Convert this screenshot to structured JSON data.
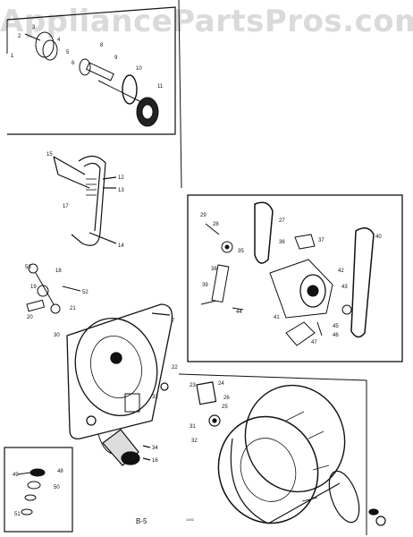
{
  "watermark": "AppliancePartsPros.com",
  "page_label": "B-5",
  "footnote": "1000",
  "part_labels": {
    "n1": "1",
    "n2": "2",
    "n3": "3",
    "n4": "4",
    "n5": "5",
    "n6": "6",
    "n7": "7",
    "n8": "8",
    "n9": "9",
    "n10": "10",
    "n11": "11",
    "n12": "12",
    "n13": "13",
    "n14": "14",
    "n15": "15",
    "n16": "16",
    "n17": "17",
    "n18": "18",
    "n19": "19",
    "n20": "20",
    "n21": "21",
    "n22": "22",
    "n23": "23",
    "n24": "24",
    "n25": "25",
    "n26": "26",
    "n27": "27",
    "n28": "28",
    "n29": "29",
    "n30": "30",
    "n31": "31",
    "n32": "32",
    "n33": "33",
    "n34": "34",
    "n35": "35",
    "n36": "36",
    "n37": "37",
    "n38": "38",
    "n39": "39",
    "n40": "40",
    "n41": "41",
    "n42": "42",
    "n43": "43",
    "n44": "44",
    "n45": "45",
    "n46": "46",
    "n47": "47",
    "n48": "48",
    "n49": "49",
    "n50": "50",
    "n51": "51",
    "n52": "52",
    "n53": "53"
  },
  "colors": {
    "ink": "#111111",
    "paper": "#ffffff",
    "watermark": "#969696"
  }
}
